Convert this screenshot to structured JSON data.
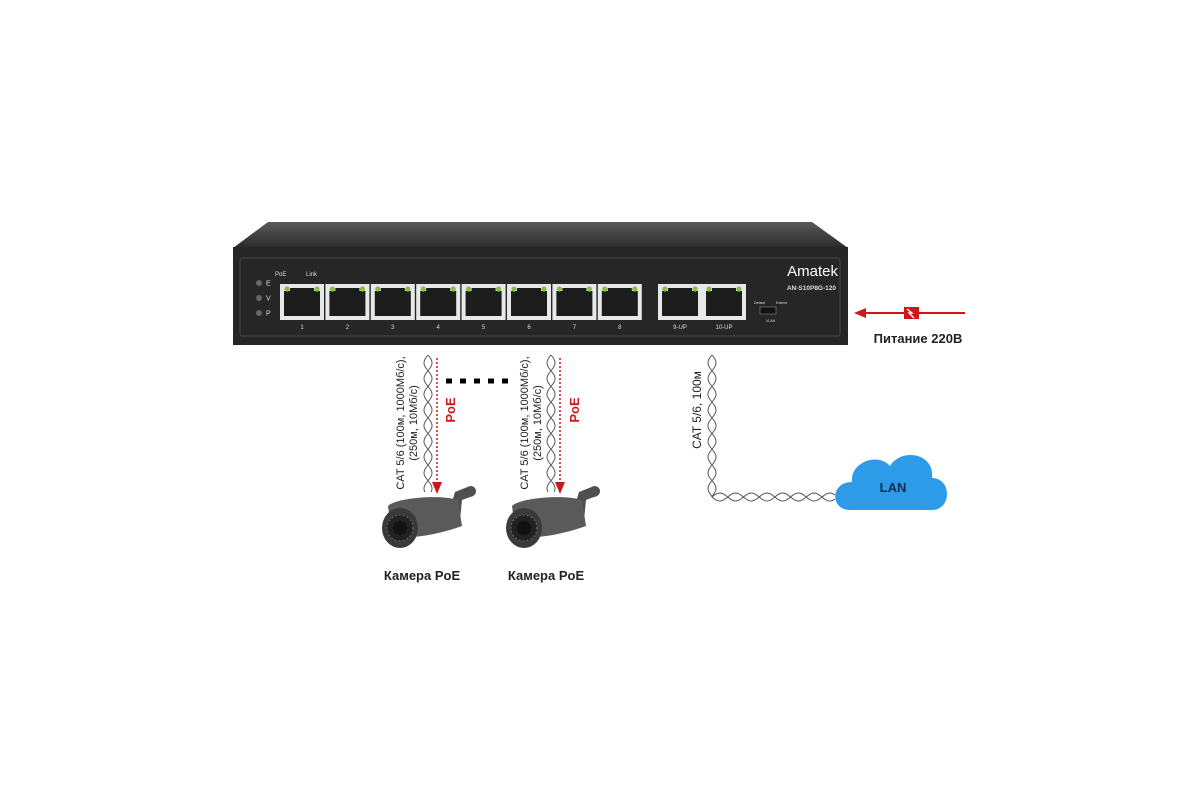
{
  "switch": {
    "brand": "Amatek",
    "model": "AN-S10P8G-120",
    "led_header_poe": "PoE",
    "led_header_link": "Link",
    "status_leds": [
      "E",
      "V",
      "P"
    ],
    "ports": [
      "1",
      "2",
      "3",
      "4",
      "5",
      "6",
      "7",
      "8"
    ],
    "uplinks": [
      "9-UP",
      "10-UP"
    ],
    "switch_labels": {
      "left": "Default",
      "right": "Extend",
      "bottom": "VLAN"
    }
  },
  "power": {
    "label": "Питание 220В",
    "color": "#d0161b"
  },
  "cameras": [
    {
      "cable_line1": "CAT 5/6 (100м, 1000Мб/с),",
      "cable_line2": "(250м, 10Мб/с)",
      "poe": "PoE",
      "label": "Камера PoE"
    },
    {
      "cable_line1": "CAT 5/6 (100м, 1000Мб/с),",
      "cable_line2": "(250м, 10Мб/с)",
      "poe": "PoE",
      "label": "Камера PoE"
    }
  ],
  "lan": {
    "cable_label": "CAT 5/6, 100м",
    "cloud_label": "LAN",
    "cloud_color": "#2e9be8"
  }
}
